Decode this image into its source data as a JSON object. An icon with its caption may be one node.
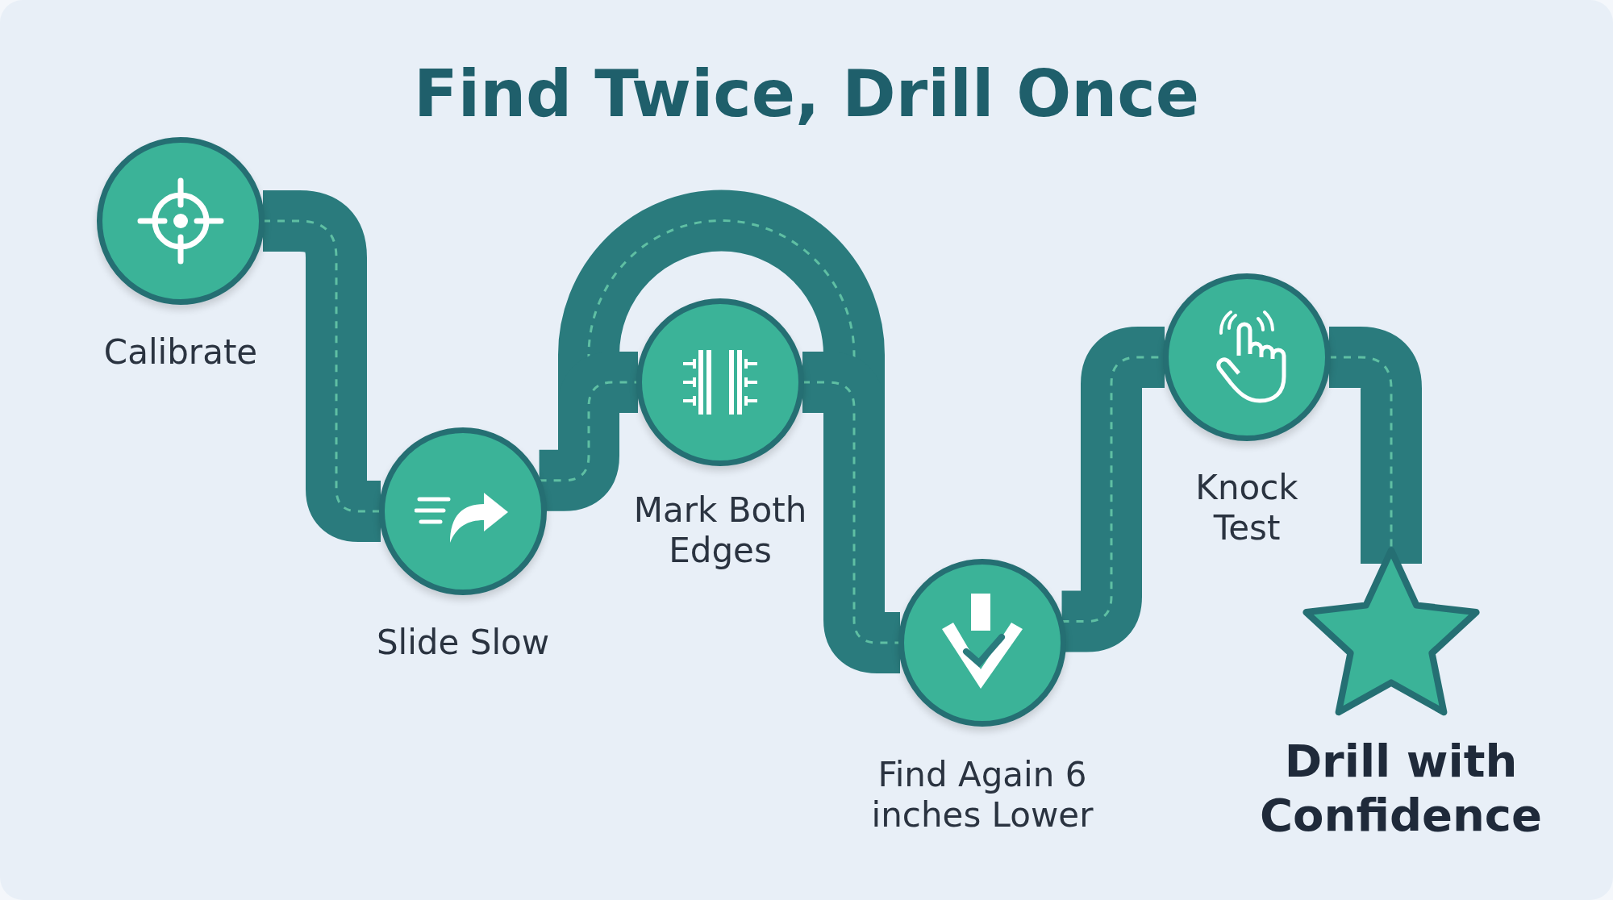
{
  "diagram": {
    "title": "Find Twice, Drill Once",
    "nodes": [
      {
        "text": [
          "Calibrate"
        ]
      },
      {
        "text": [
          "Slide Slow"
        ]
      },
      {
        "text": [
          "Mark Both Edges"
        ]
      },
      {
        "text": [
          "Find Again 6 inches Lower"
        ]
      },
      {
        "text": [
          "Knock Test"
        ]
      },
      {
        "text": [
          "Drill with Confidence"
        ]
      }
    ],
    "edges": [
      {
        "from": 0,
        "to": 1,
        "arrow": "none"
      },
      {
        "from": 1,
        "to": 2,
        "arrow": "none"
      },
      {
        "from": 2,
        "to": 3,
        "arrow": "none"
      },
      {
        "from": 3,
        "to": 4,
        "arrow": "none"
      },
      {
        "from": 4,
        "to": 5,
        "arrow": "none"
      }
    ]
  }
}
